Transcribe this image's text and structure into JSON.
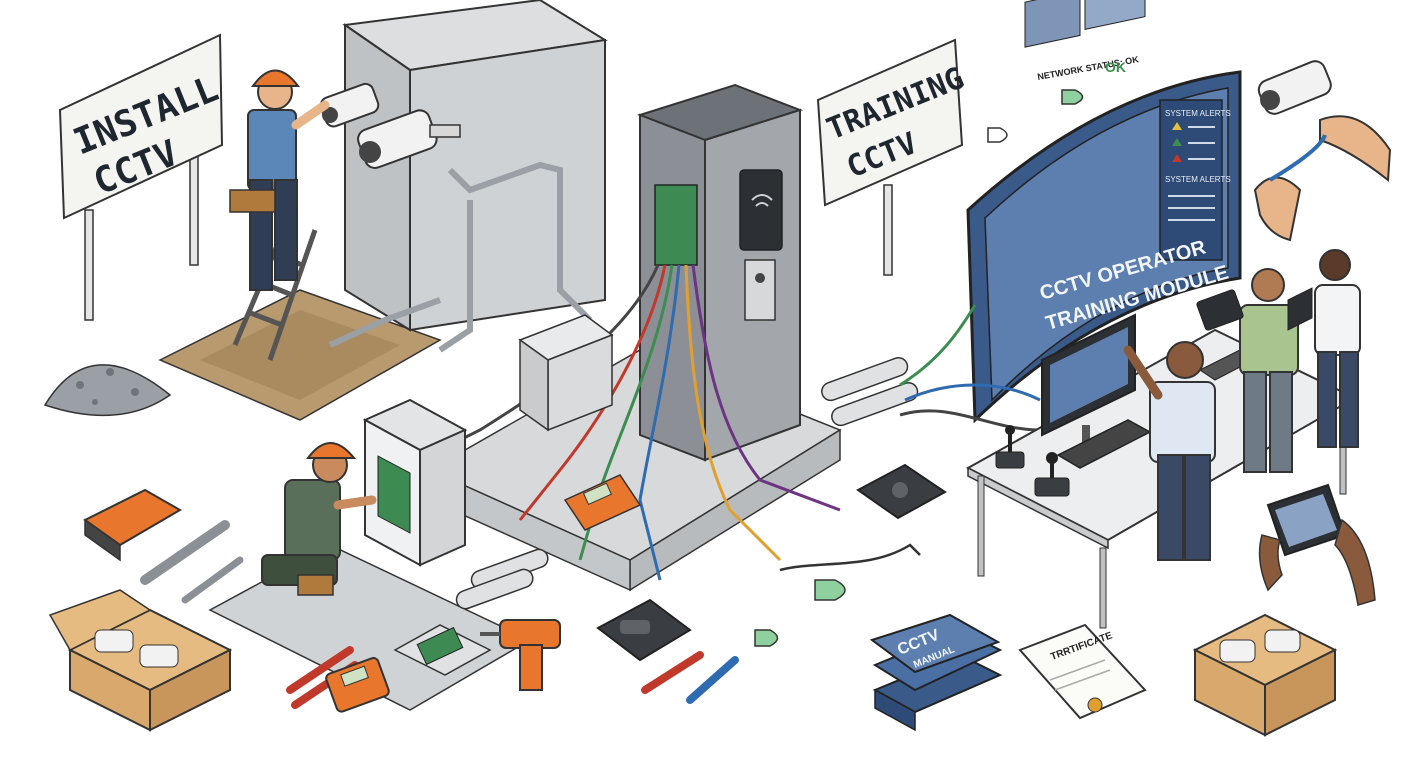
{
  "signs": {
    "install_line1": "INSTALL",
    "install_line2": "CCTV",
    "training_line1": "TRAINING",
    "training_line2": "CCTV"
  },
  "network": {
    "status_label": "NETWORK STATUS: OK",
    "ok_label": "OK"
  },
  "display": {
    "alerts_top": "SYSTEM ALERTS",
    "alerts_bottom": "SYSTEM ALERTS",
    "module_line1": "CCTV OPERATOR",
    "module_line2": "TRAINING MODULE"
  },
  "manual": {
    "title_line1": "CCTV",
    "title_line2": "MANUAL"
  },
  "certificate": {
    "title": "TRRTIFICATE"
  },
  "colors": {
    "sign_bg": "#f4f4f0",
    "concrete": "#c9cccd",
    "pillar": "#5b6066",
    "screen": "#3a5a8a",
    "wire_red": "#c0392b",
    "wire_green": "#3c8d4f",
    "wire_blue": "#2f6bb0",
    "hardhat": "#e8762c",
    "cardboard": "#d9a86c"
  },
  "icons": [
    "hardhat-icon",
    "camera-icon",
    "multimeter-icon",
    "drill-icon",
    "wrench-icon",
    "pliers-icon",
    "joystick-icon",
    "logic-gate-icon"
  ]
}
